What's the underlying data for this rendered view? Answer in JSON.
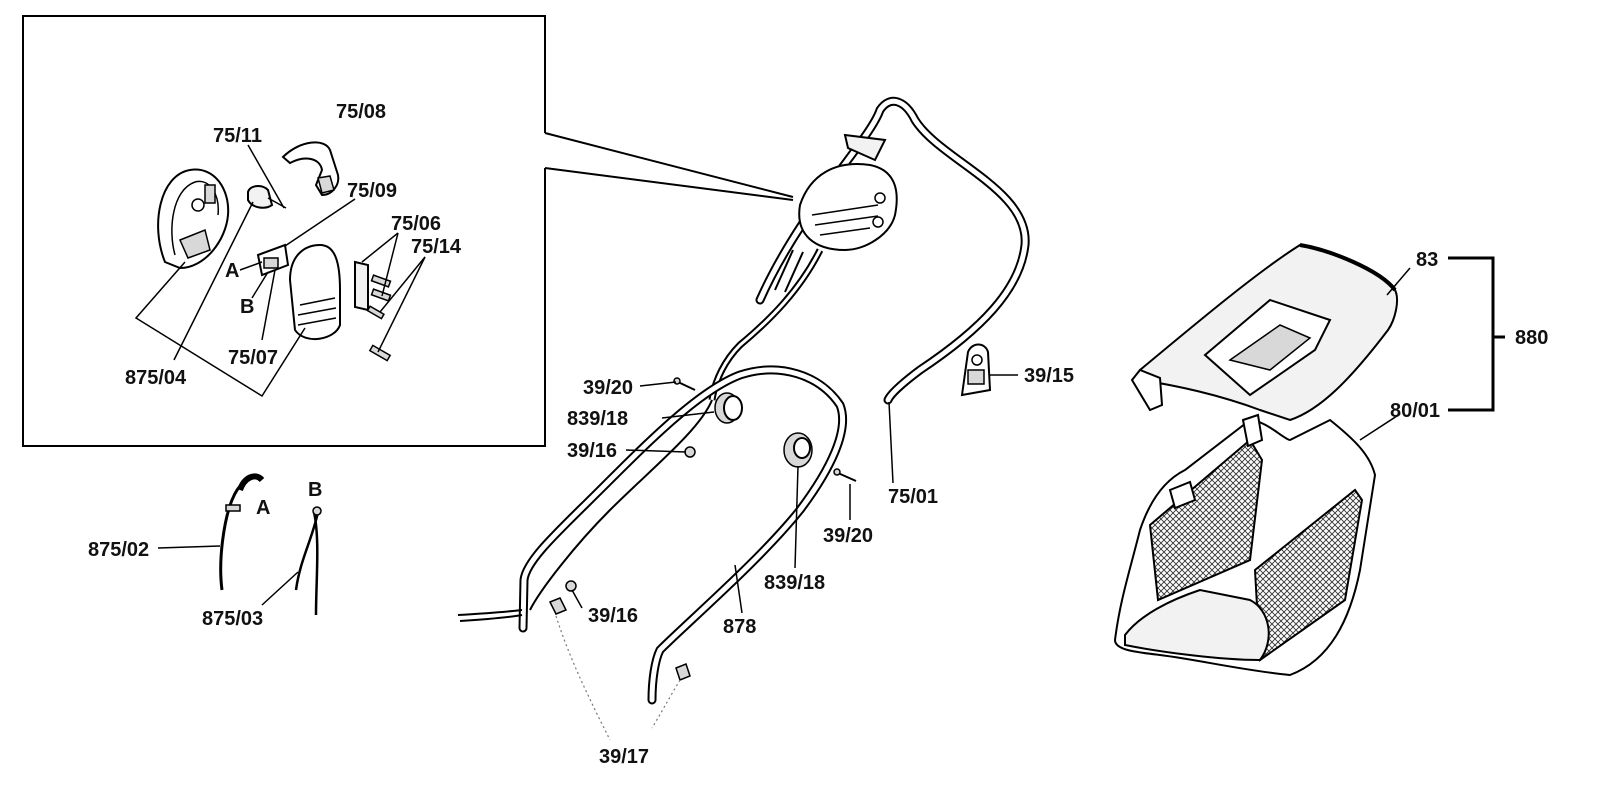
{
  "labels": {
    "l_75_08": "75/08",
    "l_75_11": "75/11",
    "l_75_09": "75/09",
    "l_75_06": "75/06",
    "l_75_14": "75/14",
    "l_A_inset": "A",
    "l_B_inset": "B",
    "l_75_07": "75/07",
    "l_875_04": "875/04",
    "l_A_cable": "A",
    "l_B_cable": "B",
    "l_875_02": "875/02",
    "l_875_03": "875/03",
    "l_39_20_a": "39/20",
    "l_839_18_a": "839/18",
    "l_39_16_a": "39/16",
    "l_39_16_b": "39/16",
    "l_39_17": "39/17",
    "l_878": "878",
    "l_839_18_b": "839/18",
    "l_39_20_b": "39/20",
    "l_75_01": "75/01",
    "l_39_15": "39/15",
    "l_83": "83",
    "l_880": "880",
    "l_80_01": "80/01"
  }
}
